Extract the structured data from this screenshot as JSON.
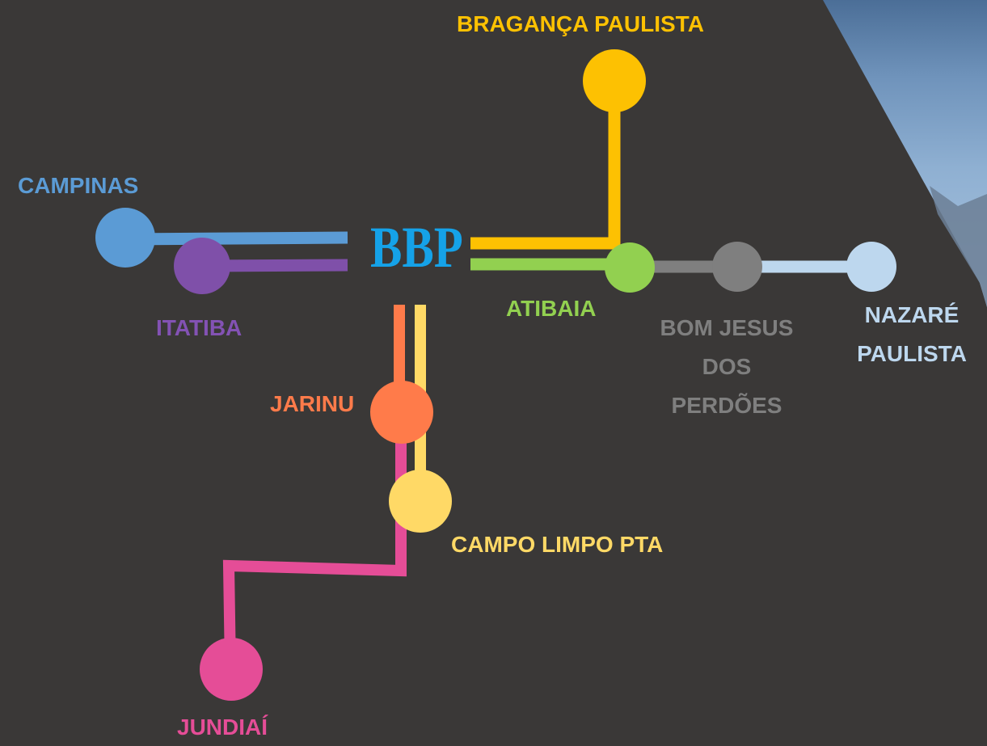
{
  "center": {
    "label": "BBP",
    "color": "#15a2e8"
  },
  "background": {
    "color": "#3a3837"
  },
  "cities": {
    "braganca": {
      "label": "BRAGANÇA PAULISTA",
      "color": "#fdc102"
    },
    "campinas": {
      "label": "CAMPINAS",
      "color": "#5b9bd5"
    },
    "itatiba": {
      "label": "ITATIBA",
      "color": "#7f50a9"
    },
    "atibaia": {
      "label": "ATIBAIA",
      "color": "#92d050"
    },
    "bom_jesus": {
      "label_lines": [
        "BOM JESUS",
        "DOS",
        "PERDÕES"
      ],
      "color": "#7f7f7f"
    },
    "nazare": {
      "label_lines": [
        "NAZARÉ",
        "PAULISTA"
      ],
      "color": "#bdd7ee"
    },
    "jarinu": {
      "label": "JARINU",
      "color": "#ff7b4a"
    },
    "campo_limpo": {
      "label": "CAMPO LIMPO PTA",
      "color": "#ffd966"
    },
    "jundiai": {
      "label": "JUNDIAÍ",
      "color": "#e54d97"
    }
  }
}
